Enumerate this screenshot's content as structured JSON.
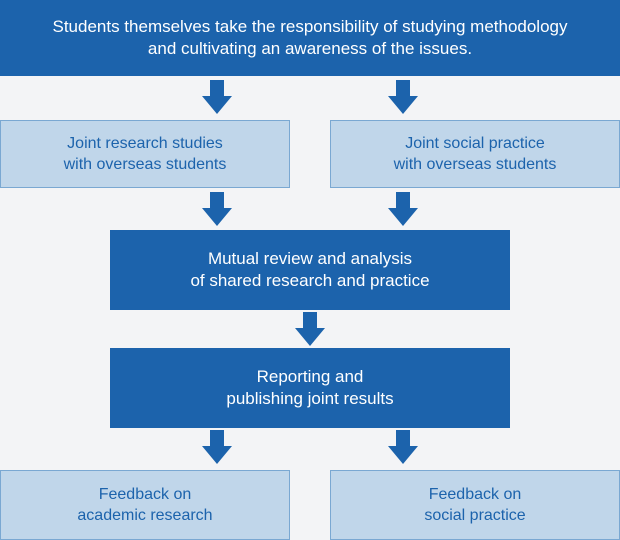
{
  "top_box": {
    "line1": "Students themselves take the responsibility of studying methodology",
    "line2": "and cultivating an awareness of the issues."
  },
  "joint_research": {
    "line1": "Joint research studies",
    "line2": "with overseas students"
  },
  "joint_social": {
    "line1": "Joint social practice",
    "line2": "with overseas students"
  },
  "mutual_review": {
    "line1": "Mutual review and analysis",
    "line2": "of shared research and practice"
  },
  "reporting": {
    "line1": "Reporting and",
    "line2": "publishing joint results"
  },
  "feedback_academic": {
    "line1": "Feedback on",
    "line2": "academic research"
  },
  "feedback_social": {
    "line1": "Feedback on",
    "line2": "social practice"
  },
  "colors": {
    "dark_box": "#1c63ac",
    "light_box": "#c0d6ea",
    "light_border": "#7aa8d2",
    "background": "#f3f4f6"
  }
}
